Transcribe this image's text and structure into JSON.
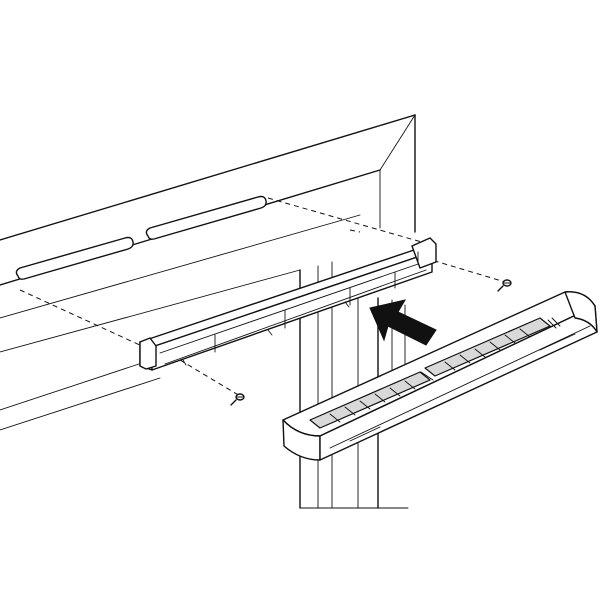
{
  "diagram": {
    "parts": [
      {
        "id": "window-frame",
        "icon": "window-frame-illustration"
      },
      {
        "id": "mounting-rail",
        "icon": "mounting-rail-illustration"
      },
      {
        "id": "vent-cover",
        "icon": "vent-cover-illustration"
      },
      {
        "id": "screw-left",
        "icon": "screw-icon"
      },
      {
        "id": "screw-right",
        "icon": "screw-icon"
      },
      {
        "id": "insert-arrow",
        "icon": "arrow-icon"
      }
    ],
    "colors": {
      "line": "#111111",
      "background": "#ffffff",
      "shade": "#d9d9d9"
    }
  }
}
